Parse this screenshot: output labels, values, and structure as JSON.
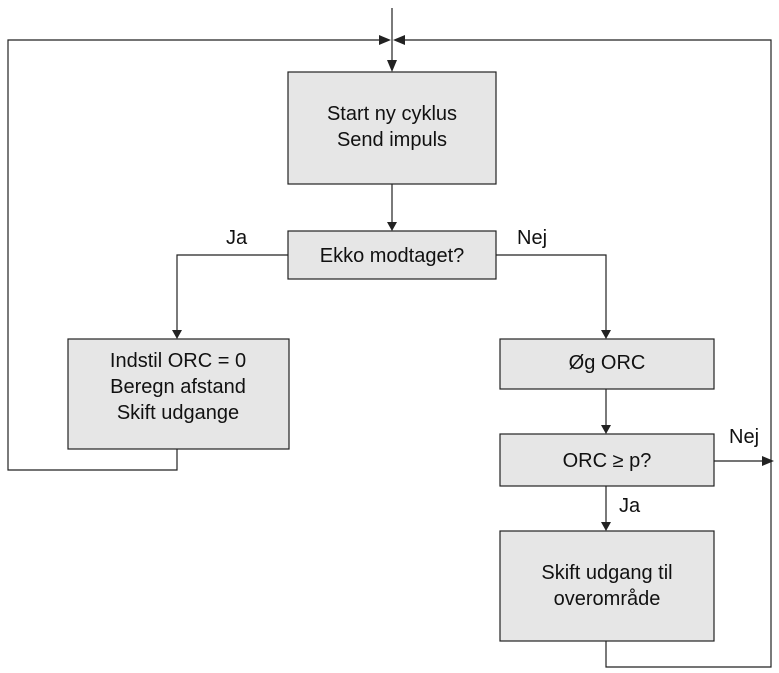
{
  "nodes": {
    "start": {
      "lines": [
        "Start ny cyklus",
        "Send impuls"
      ]
    },
    "echo": {
      "lines": [
        "Ekko modtaget?"
      ]
    },
    "reset": {
      "lines": [
        "Indstil ORC = 0",
        "Beregn afstand",
        "Skift udgange"
      ]
    },
    "increase": {
      "lines": [
        "Øg ORC"
      ]
    },
    "compare": {
      "lines": [
        "ORC ≥ p?"
      ]
    },
    "overrange": {
      "lines": [
        "Skift udgang til",
        "overområde"
      ]
    }
  },
  "edge_labels": {
    "echo_yes": "Ja",
    "echo_no": "Nej",
    "compare_no": "Nej",
    "compare_yes": "Ja"
  }
}
